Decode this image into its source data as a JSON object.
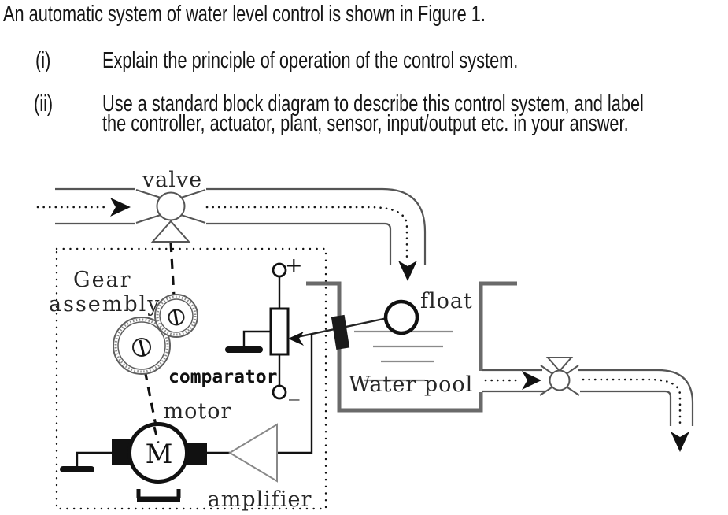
{
  "question": {
    "intro": "An automatic system of water level control is shown in Figure 1.",
    "item1_marker": "(i)",
    "item1_text": "Explain the principle of operation of the control system.",
    "item2_marker": "(ii)",
    "item2_line1": "Use a standard block diagram to describe this control system, and label",
    "item2_line2": "the controller, actuator, plant, sensor, input/output etc. in your answer."
  },
  "figure": {
    "labels": {
      "inlet_valve": "valve",
      "gear_word1": "Gear",
      "gear_word2": "assembly",
      "comparator": "comparator",
      "plus_sign": "+",
      "minus_sign": "_",
      "motor": "motor",
      "motor_symbol": "M",
      "amplifier": "amplifier",
      "float": "float",
      "water_pool": "Water pool"
    },
    "colors": {
      "ink": "#1a1a1a",
      "pipe_line": "#555555",
      "pool_wall": "#6a6a6a",
      "water_line": "#8a8a8a",
      "gear_ring": "#5f5f5f"
    }
  }
}
